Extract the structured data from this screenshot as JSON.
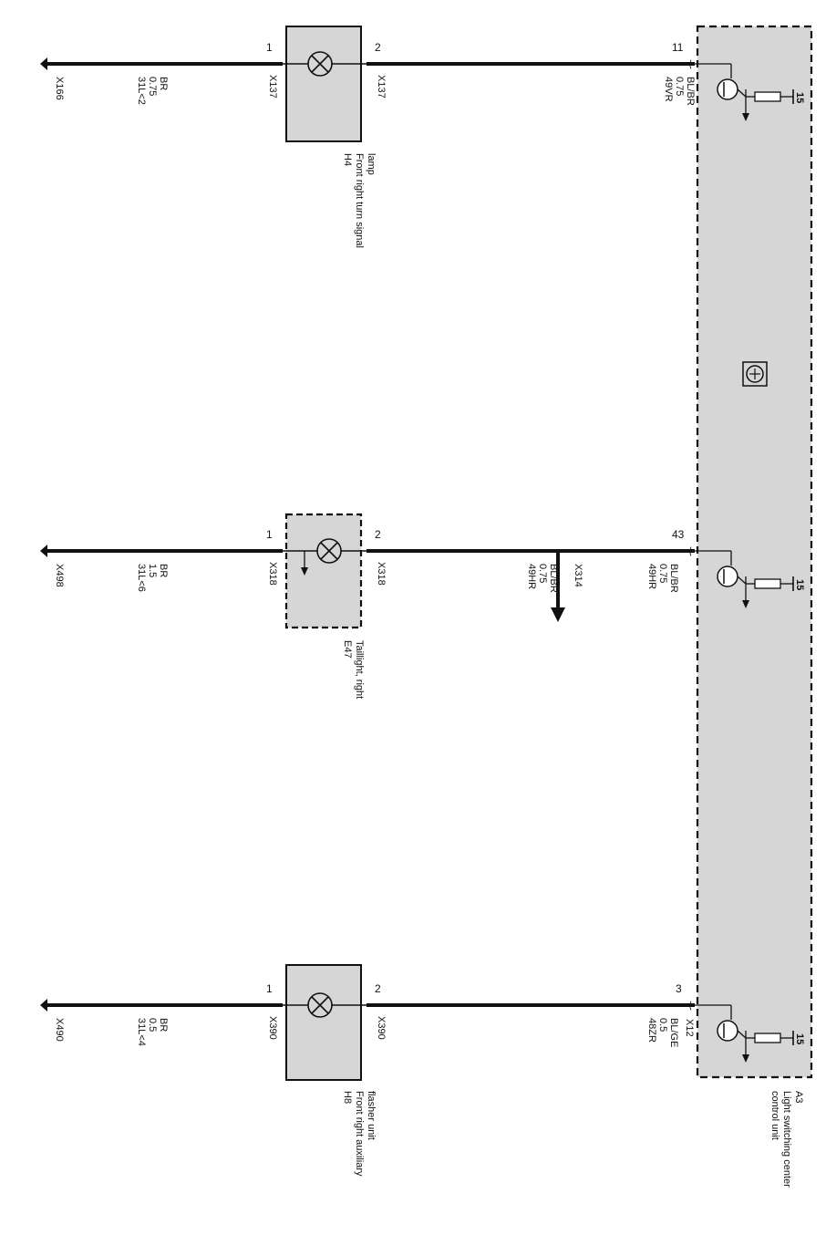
{
  "control_unit": {
    "ref": "A3",
    "name_line1": "Light switching center",
    "name_line2": "control unit",
    "connector_bottom": "X12",
    "terminal_label": "15"
  },
  "circuits": [
    {
      "cu_pin": "11",
      "wire": {
        "code": "49VR",
        "size": "0.75",
        "color": "BL/BR"
      },
      "component": {
        "ref": "H4",
        "name_line1": "Front right turn signal",
        "name_line2": "lamp",
        "pin1": "1",
        "pin2": "2",
        "conn1": "X137",
        "conn2": "X137"
      },
      "ground": {
        "code": "31L<2",
        "size": "0.75",
        "color": "BR",
        "point": "X166"
      }
    },
    {
      "cu_pin": "43",
      "wire": {
        "code": "49HR",
        "size": "0.75",
        "color": "BL/BR"
      },
      "splice": {
        "connector": "X314",
        "code": "49HR",
        "size": "0.75",
        "color": "BL/BR"
      },
      "component": {
        "ref": "E47",
        "name_line1": "Taillight, right",
        "pin1": "1",
        "pin2": "2",
        "conn1": "X318",
        "conn2": "X318"
      },
      "ground": {
        "code": "31L<6",
        "size": "1.5",
        "color": "BR",
        "point": "X498"
      }
    },
    {
      "cu_pin": "3",
      "wire": {
        "code": "48ZR",
        "size": "0.5",
        "color": "BL/GE"
      },
      "component": {
        "ref": "H8",
        "name_line1": "Front right auxiliary",
        "name_line2": "flasher unit",
        "pin1": "1",
        "pin2": "2",
        "conn1": "X390",
        "conn2": "X390"
      },
      "ground": {
        "code": "31L<4",
        "size": "0.5",
        "color": "BR",
        "point": "X490"
      }
    }
  ],
  "colors": {
    "box_fill": "#d6d6d6",
    "line": "#111111"
  }
}
